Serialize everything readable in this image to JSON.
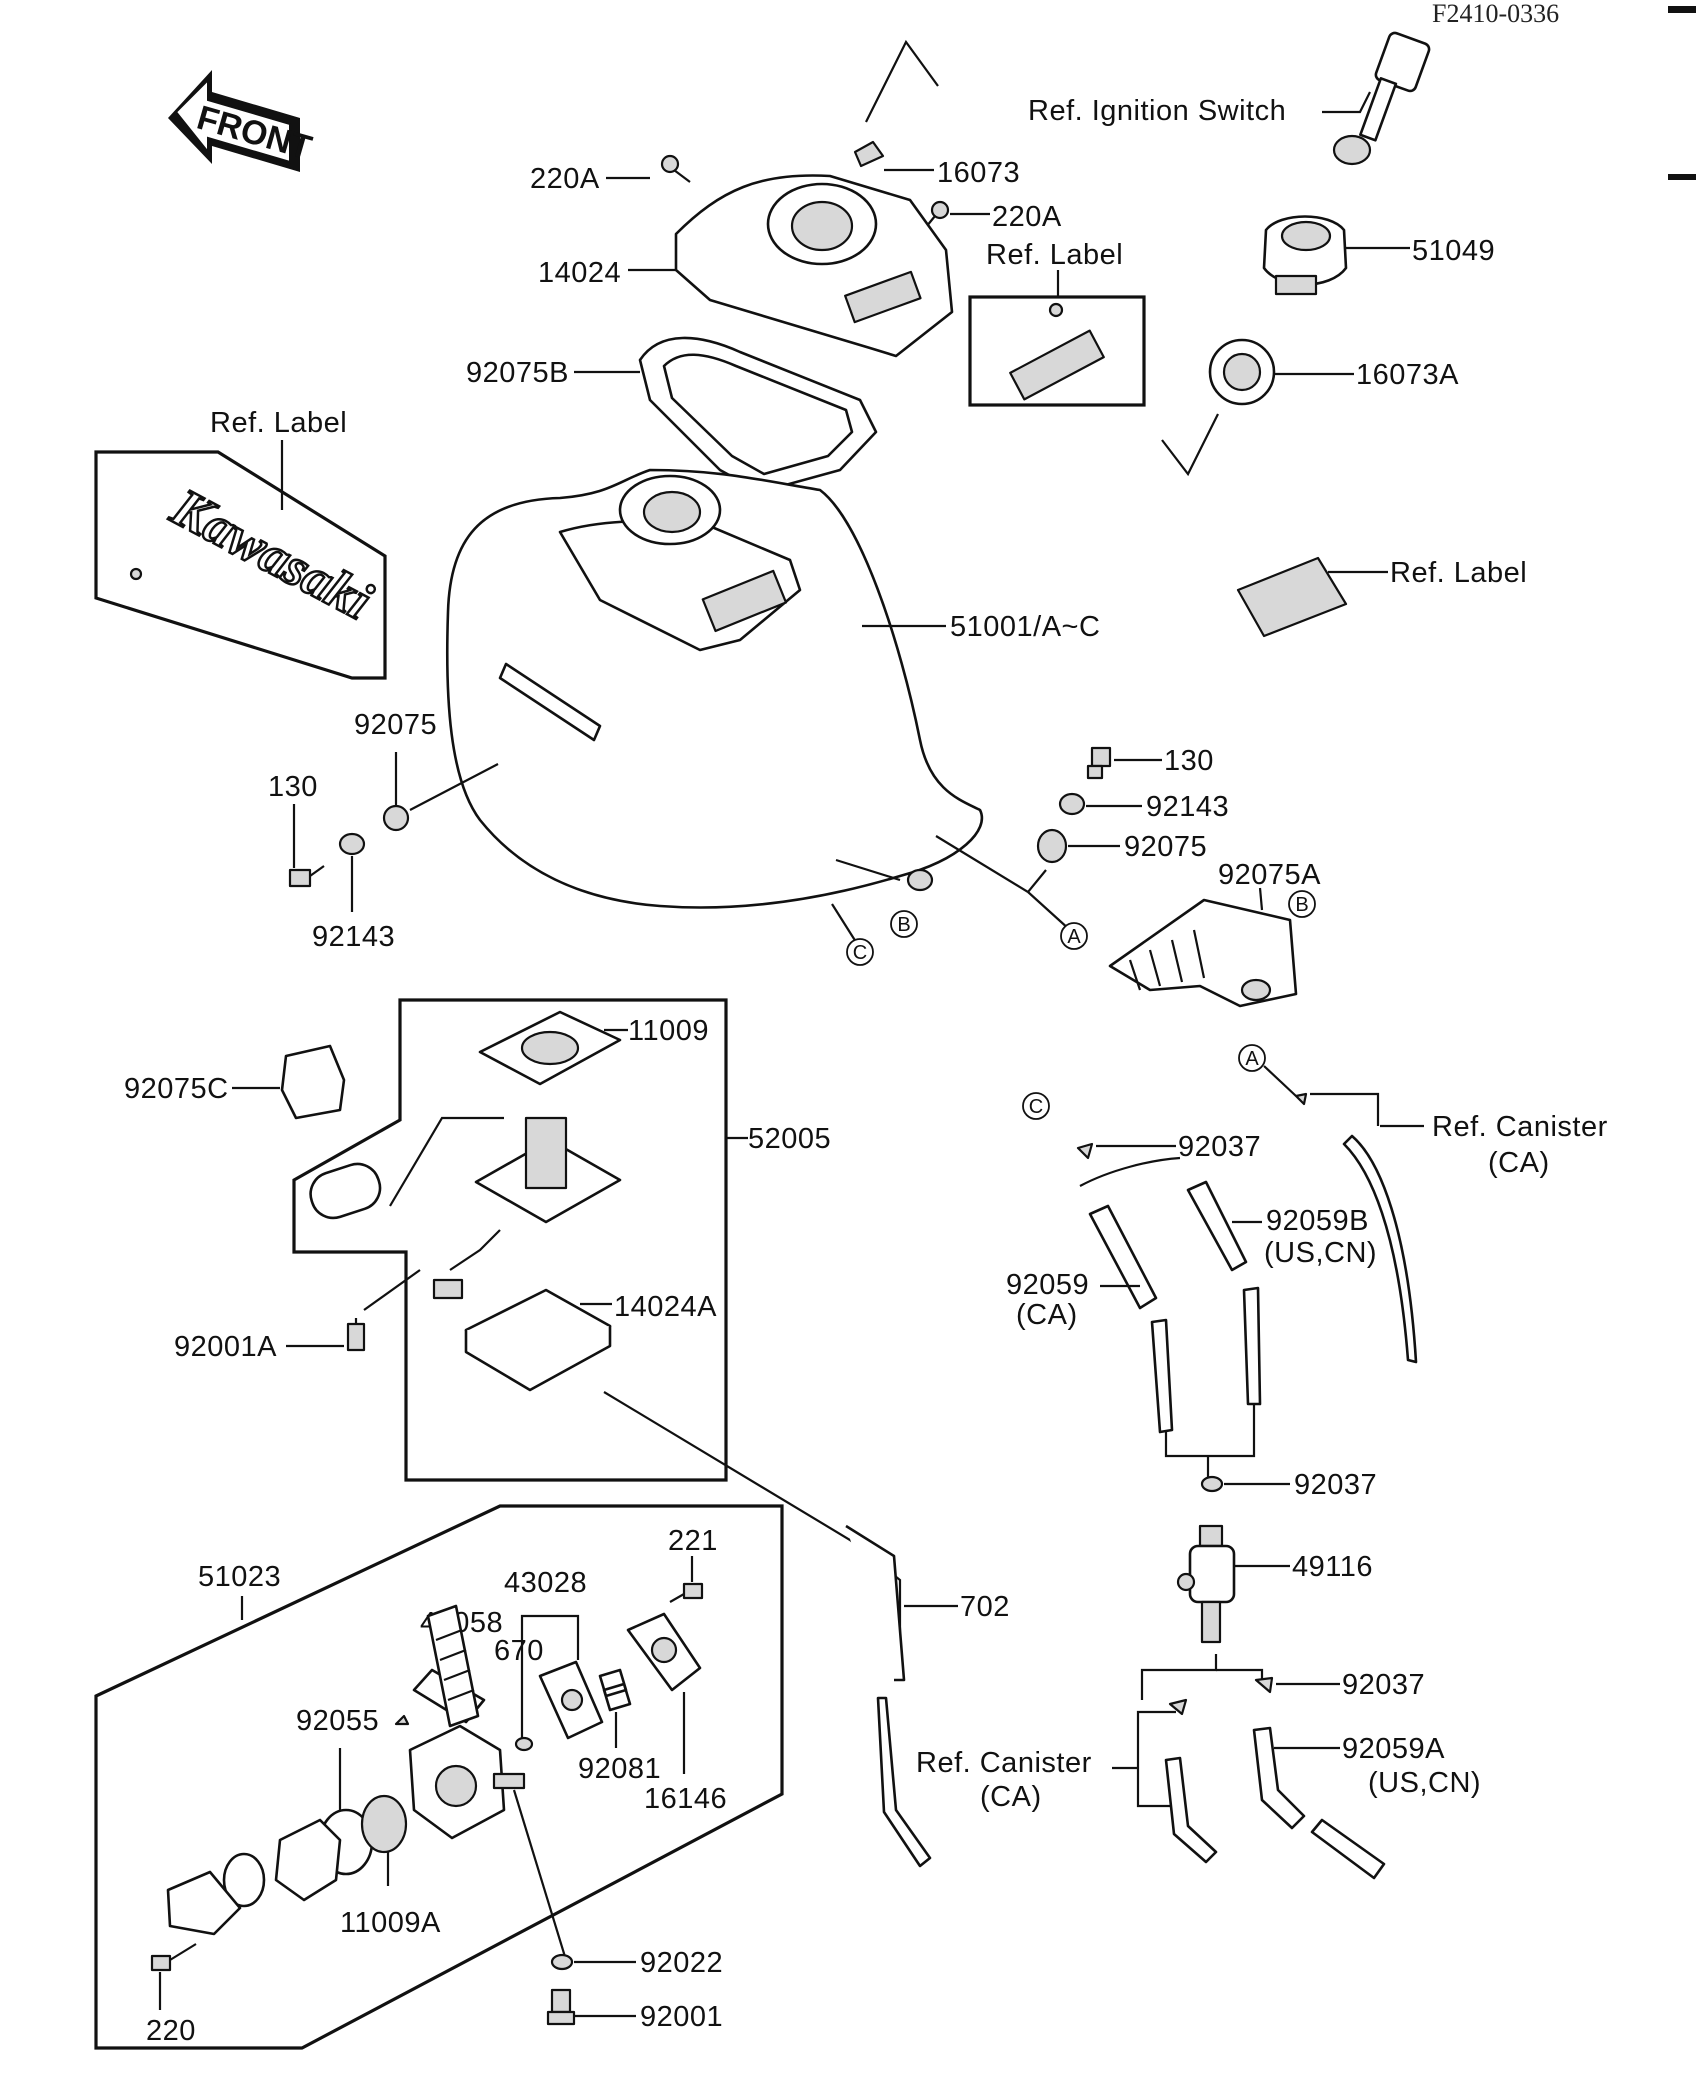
{
  "code": "F2410-0336",
  "front": "FRONT",
  "logo": "Kawasaki",
  "labels": {
    "ref_ignition_switch": "Ref. Ignition Switch",
    "p16073": "16073",
    "p220a_1": "220A",
    "p220a_2": "220A",
    "ref_label_1": "Ref. Label",
    "p14024": "14024",
    "p51049": "51049",
    "p92075b": "92075B",
    "p16073a": "16073A",
    "ref_label_2": "Ref. Label",
    "ref_label_3": "Ref. Label",
    "p51001": "51001/A~C",
    "p92075_l": "92075",
    "p130_l": "130",
    "p92143_l": "92143",
    "p130_r": "130",
    "p92143_r": "92143",
    "p92075_r": "92075",
    "p92075a": "92075A",
    "p11009": "11009",
    "p92075c": "92075C",
    "p52005": "52005",
    "p14024a": "14024A",
    "p92001a": "92001A",
    "ref_canister_1a": "Ref. Canister",
    "ref_canister_1b": "(CA)",
    "p92037_1": "92037",
    "p92059b_a": "92059B",
    "p92059b_b": "(US,CN)",
    "p92059_a": "92059",
    "p92059_b": "(CA)",
    "p92037_2": "92037",
    "p49116": "49116",
    "p92037_3": "92037",
    "p92059a_a": "92059A",
    "p92059a_b": "(US,CN)",
    "ref_canister_2a": "Ref. Canister",
    "ref_canister_2b": "(CA)",
    "p702": "702",
    "p43058": "43058",
    "p221": "221",
    "p51023": "51023",
    "p43028": "43028",
    "p670": "670",
    "p92055": "92055",
    "p92081": "92081",
    "p16146": "16146",
    "p11009a": "11009A",
    "p92022": "92022",
    "p220": "220",
    "p92001": "92001"
  },
  "markers": {
    "a": "A",
    "b": "B",
    "c": "C"
  }
}
